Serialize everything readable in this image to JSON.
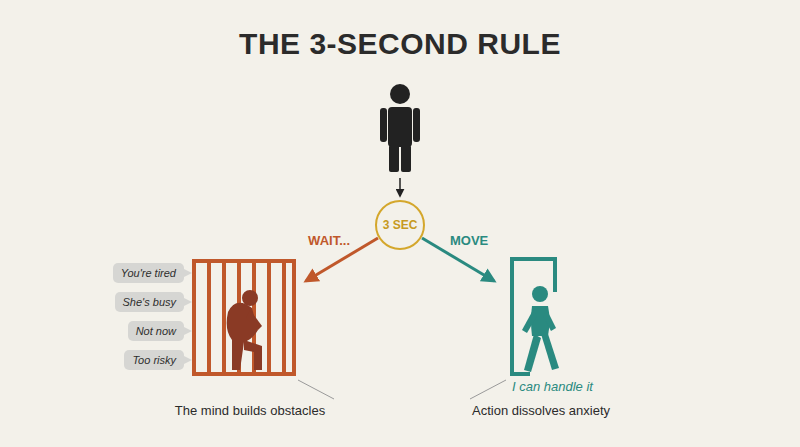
{
  "diagram": {
    "title": "THE 3-SECOND RULE",
    "nodes": [
      {
        "text": [
          "3 SEC"
        ]
      },
      {
        "text": [
          "You're tired"
        ]
      },
      {
        "text": [
          "She's busy"
        ]
      },
      {
        "text": [
          "Not now"
        ]
      },
      {
        "text": [
          "Too risky"
        ]
      }
    ],
    "labels": [
      "WAIT...",
      "MOVE",
      "I can handle it",
      "The mind builds obstacles",
      "Action dissolves anxiety"
    ]
  }
}
